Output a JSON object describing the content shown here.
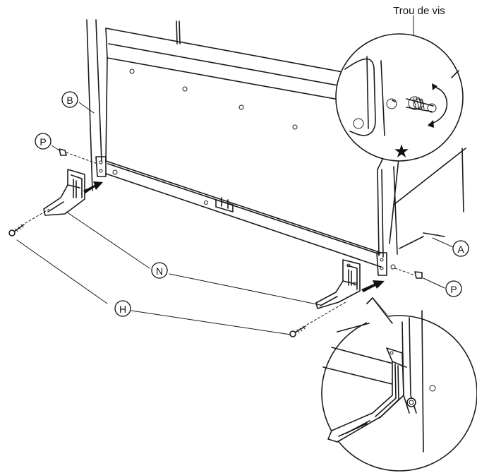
{
  "callout": {
    "screw_hole_label": "Trou de vis",
    "star_symbol": "★"
  },
  "parts": {
    "a": "A",
    "b": "B",
    "p": "P",
    "n": "N",
    "h": "H"
  }
}
